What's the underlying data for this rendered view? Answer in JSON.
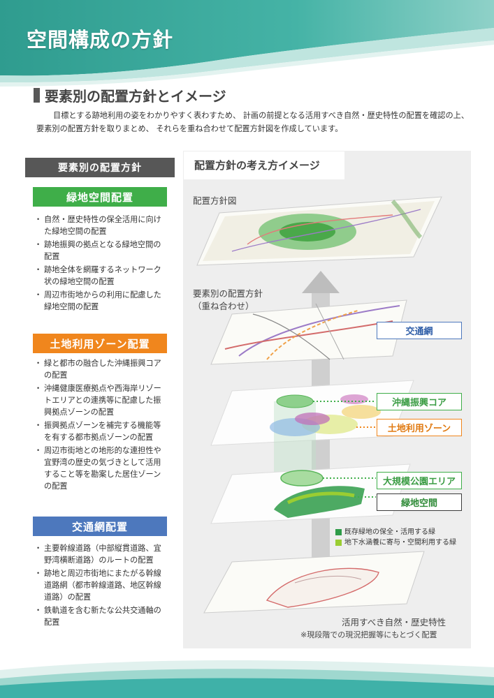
{
  "header": {
    "title": "空間構成の方針"
  },
  "section": {
    "title": "要素別の配置方針とイメージ",
    "intro": "目標とする跡地利用の姿をわかりやすく表わすため、 計画の前提となる活用すべき自然・歴史特性の配置を確認の上、 要素別の配置方針を取りまとめ、 それらを重ね合わせて配置方針図を作成しています。"
  },
  "left": {
    "heading": "要素別の配置方針",
    "green": {
      "title": "緑地空間配置",
      "items": [
        "自然・歴史特性の保全活用に向けた緑地空間の配置",
        "跡地振興の拠点となる緑地空間の配置",
        "跡地全体を網羅するネットワーク状の緑地空間の配置",
        "周辺市街地からの利用に配慮した緑地空間の配置"
      ]
    },
    "landuse": {
      "title": "土地利用ゾーン配置",
      "items": [
        "緑と都市の融合した沖縄振興コアの配置",
        "沖縄健康医療拠点や西海岸リゾートエリアとの連携等に配慮した振興拠点ゾーンの配置",
        "振興拠点ゾーンを補完する機能等を有する都市拠点ゾーンの配置",
        "周辺市街地との地形的な連担性や宜野湾の歴史の気づきとして活用すること等を勘案した居住ゾーンの配置"
      ]
    },
    "traffic": {
      "title": "交通網配置",
      "items": [
        "主要幹線道路（中部縦貫道路、宜野湾横断道路）のルートの配置",
        "跡地と周辺市街地にまたがる幹線道路網（都市幹線道路、地区幹線道路）の配置",
        "鉄軌道を含む新たな公共交通軸の配置"
      ]
    }
  },
  "right": {
    "heading": "配置方針の考え方イメージ",
    "map_label": "配置方針図",
    "overlay_label_1": "要素別の配置方針",
    "overlay_label_2": "（重ね合わせ）",
    "tags": {
      "traffic": "交通網",
      "core": "沖縄振興コア",
      "landuse": "土地利用ゾーン",
      "park": "大規模公園エリア",
      "green": "緑地空間"
    },
    "legend": [
      {
        "label": "既存緑地の保全・活用する緑",
        "color": "#2e9b48"
      },
      {
        "label": "地下水涵養に寄与・空間利用する緑",
        "color": "#9acd32"
      }
    ],
    "bottom_label": "活用すべき自然・歴史特性",
    "bottom_note": "※現段階での現況把握等にもとづく配置"
  },
  "colors": {
    "green": "#3fae49",
    "orange": "#f0861d",
    "blue": "#4d78bd",
    "teal": "#3fb1a8"
  }
}
